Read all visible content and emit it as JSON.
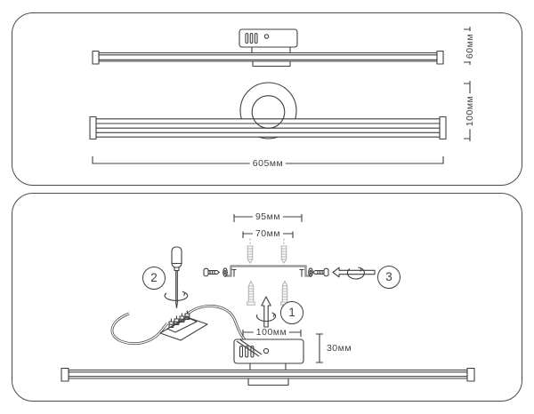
{
  "colors": {
    "line": "#3f3f3f",
    "hardware_gray": "#b3b3b3",
    "bracket_gray": "#9a9a9a",
    "panel_border": "#4a4a4a",
    "background": "#ffffff"
  },
  "top_panel": {
    "length_label": "605мм",
    "top_view_height_label": "60мм",
    "front_view_height_label": "100мм"
  },
  "bottom_panel": {
    "bracket_width_label": "95мм",
    "hole_spacing_label": "70мм",
    "canopy_width_label": "100мм",
    "canopy_height_label": "30мм",
    "steps": [
      {
        "number": "1",
        "icon": "rotate-up-arrow-icon"
      },
      {
        "number": "2",
        "icon": "screwdriver-rotate-icon"
      },
      {
        "number": "3",
        "icon": "rotate-left-arrow-icon"
      }
    ],
    "icon_names": {
      "step1": "rotate-up-arrow-icon",
      "step2": "screwdriver-rotate-icon",
      "step3": "rotate-left-arrow-icon",
      "hardware": [
        "wall-dowel-icon",
        "mounting-screw-icon",
        "side-screw-icon",
        "washer-icon"
      ],
      "parts": [
        "mounting-bracket-icon",
        "terminal-block-icon",
        "power-wire-icon",
        "canopy-box",
        "lamp-bar"
      ]
    }
  }
}
